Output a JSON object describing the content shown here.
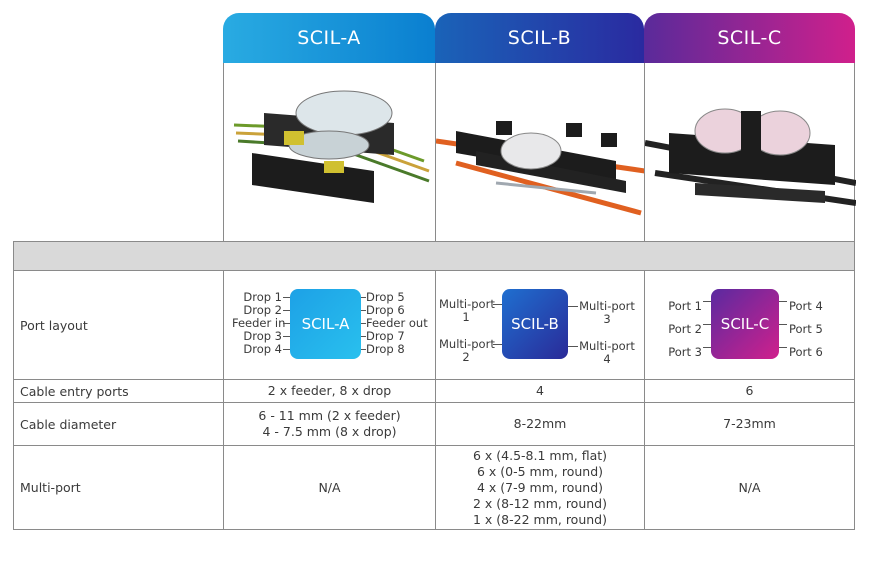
{
  "columns": [
    {
      "name": "SCIL-A"
    },
    {
      "name": "SCIL-B"
    },
    {
      "name": "SCIL-C"
    }
  ],
  "rows": {
    "port_layout": {
      "label": "Port layout"
    },
    "cable_entry": {
      "label": "Cable entry ports",
      "values": [
        "2 x feeder, 8 x drop",
        "4",
        "6"
      ]
    },
    "cable_diameter": {
      "label": "Cable diameter",
      "a_line1": "6 - 11 mm (2 x feeder)",
      "a_line2": "4 - 7.5 mm (8 x drop)",
      "b": "8-22mm",
      "c": "7-23mm"
    },
    "multi_port": {
      "label": "Multi-port",
      "a": "N/A",
      "b_lines": [
        "6 x (4.5-8.1 mm, flat)",
        "6 x (0-5 mm, round)",
        "4 x (7-9 mm, round)",
        "2 x (8-12 mm, round)",
        "1 x (8-22 mm, round)"
      ],
      "c": "N/A"
    }
  },
  "diagrams": {
    "a": {
      "box": "SCIL-A",
      "left": [
        "Drop 1",
        "Drop 2",
        "Feeder in",
        "Drop 3",
        "Drop 4"
      ],
      "right": [
        "Drop 5",
        "Drop 6",
        "Feeder out",
        "Drop 7",
        "Drop 8"
      ]
    },
    "b": {
      "box": "SCIL-B",
      "left_top": [
        "Multi-port",
        "1"
      ],
      "left_bottom": [
        "Multi-port",
        "2"
      ],
      "right_top": [
        "Multi-port",
        "3"
      ],
      "right_bottom": [
        "Multi-port",
        "4"
      ]
    },
    "c": {
      "box": "SCIL-C",
      "left": [
        "Port 1",
        "Port 2",
        "Port 3"
      ],
      "right": [
        "Port 4",
        "Port 5",
        "Port 6"
      ]
    }
  },
  "colors": {
    "scil_a": "#29abe2",
    "scil_b": "#1a4fb0",
    "scil_c": "#c0228e",
    "grid": "#8a8a8a",
    "band": "#d9d9d9"
  }
}
